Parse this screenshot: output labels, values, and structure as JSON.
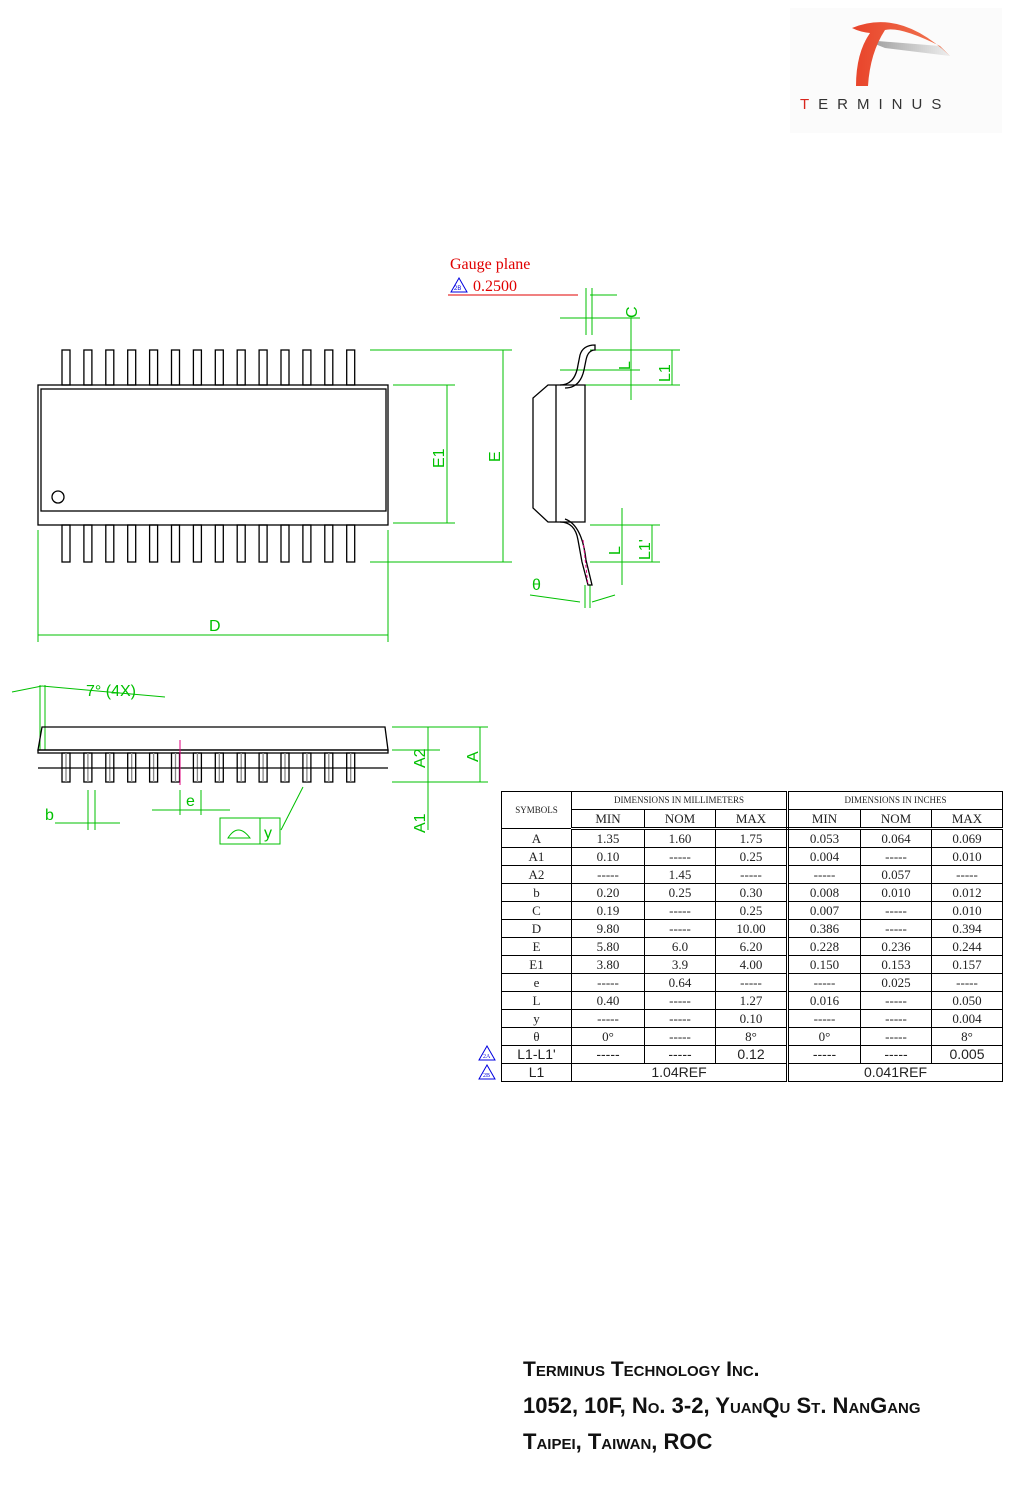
{
  "logo": {
    "brand": "TERMINUS"
  },
  "drawing": {
    "gauge_plane": "Gauge plane",
    "gauge_value": "0.2500",
    "note_2a": "2A",
    "note_2b": "2B",
    "labels": {
      "C": "C",
      "L": "L",
      "L1": "L1",
      "L1p": "L1'",
      "theta": "θ",
      "E1": "E1",
      "E": "E",
      "D": "D",
      "angle": "7° (4X)",
      "A2": "A2",
      "A": "A",
      "A1": "A1",
      "b": "b",
      "e": "e",
      "y": "y"
    }
  },
  "table": {
    "symbols_header": "SYMBOLS",
    "mm_header": "DIMENSIONS IN MILLIMETERS",
    "in_header": "DIMENSIONS IN INCHES",
    "sub_headers": [
      "MIN",
      "NOM",
      "MAX",
      "MIN",
      "NOM",
      "MAX"
    ],
    "rows": [
      {
        "symbol": "A",
        "values": [
          "1.35",
          "1.60",
          "1.75",
          "0.053",
          "0.064",
          "0.069"
        ]
      },
      {
        "symbol": "A1",
        "values": [
          "0.10",
          "-----",
          "0.25",
          "0.004",
          "-----",
          "0.010"
        ]
      },
      {
        "symbol": "A2",
        "values": [
          "-----",
          "1.45",
          "-----",
          "-----",
          "0.057",
          "-----"
        ]
      },
      {
        "symbol": "b",
        "values": [
          "0.20",
          "0.25",
          "0.30",
          "0.008",
          "0.010",
          "0.012"
        ]
      },
      {
        "symbol": "C",
        "values": [
          "0.19",
          "-----",
          "0.25",
          "0.007",
          "-----",
          "0.010"
        ]
      },
      {
        "symbol": "D",
        "values": [
          "9.80",
          "-----",
          "10.00",
          "0.386",
          "-----",
          "0.394"
        ]
      },
      {
        "symbol": "E",
        "values": [
          "5.80",
          "6.0",
          "6.20",
          "0.228",
          "0.236",
          "0.244"
        ]
      },
      {
        "symbol": "E1",
        "values": [
          "3.80",
          "3.9",
          "4.00",
          "0.150",
          "0.153",
          "0.157"
        ]
      },
      {
        "symbol": "e",
        "values": [
          "-----",
          "0.64",
          "-----",
          "-----",
          "0.025",
          "-----"
        ]
      },
      {
        "symbol": "L",
        "values": [
          "0.40",
          "-----",
          "1.27",
          "0.016",
          "-----",
          "0.050"
        ]
      },
      {
        "symbol": "y",
        "values": [
          "-----",
          "-----",
          "0.10",
          "-----",
          "-----",
          "0.004"
        ]
      },
      {
        "symbol": "θ",
        "values": [
          "0°",
          "-----",
          "8°",
          "0°",
          "-----",
          "8°"
        ]
      },
      {
        "symbol": "L1-L1'",
        "note": "2A",
        "values": [
          "-----",
          "-----",
          "0.12",
          "-----",
          "-----",
          "0.005"
        ]
      },
      {
        "symbol": "L1",
        "note": "2B",
        "mm_ref": "1.04REF",
        "in_ref": "0.041REF"
      }
    ]
  },
  "footer": {
    "company": "Terminus Technology Inc.",
    "address1": "1052, 10F, No. 3-2, YuanQu St. NanGang",
    "address2": "Taipei, Taiwan, ROC"
  }
}
